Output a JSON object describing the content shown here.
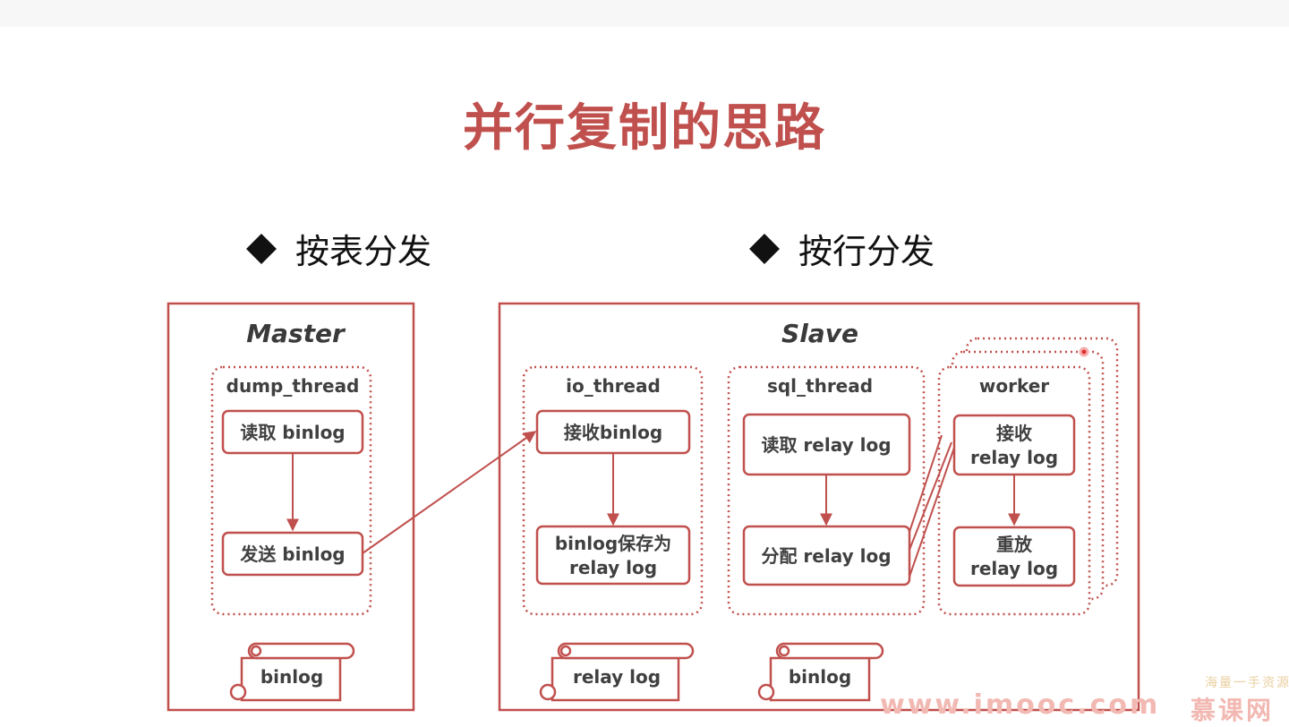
{
  "title": "并行复制的思路",
  "headings": {
    "left": "按表分发",
    "right": "按行分发"
  },
  "master": {
    "label": "Master",
    "group_label": "dump_thread",
    "step1": "读取 binlog",
    "step2": "发送 binlog",
    "log": "binlog"
  },
  "slave": {
    "label": "Slave",
    "io_thread": {
      "label": "io_thread",
      "step1": "接收binlog",
      "step2_line1": "binlog保存为",
      "step2_line2": "relay log"
    },
    "sql_thread": {
      "label": "sql_thread",
      "step1": "读取 relay log",
      "step2": "分配 relay log"
    },
    "worker": {
      "label": "worker",
      "step1_line1": "接收",
      "step1_line2": "relay log",
      "step2_line1": "重放",
      "step2_line2": "relay log"
    },
    "log_relay": "relay log",
    "log_binlog": "binlog"
  },
  "watermark": {
    "url": "www.imooc.com",
    "brand": "慕课网",
    "small": "海量一手资源"
  },
  "colors": {
    "accent": "#c0504d",
    "text": "#404040"
  }
}
